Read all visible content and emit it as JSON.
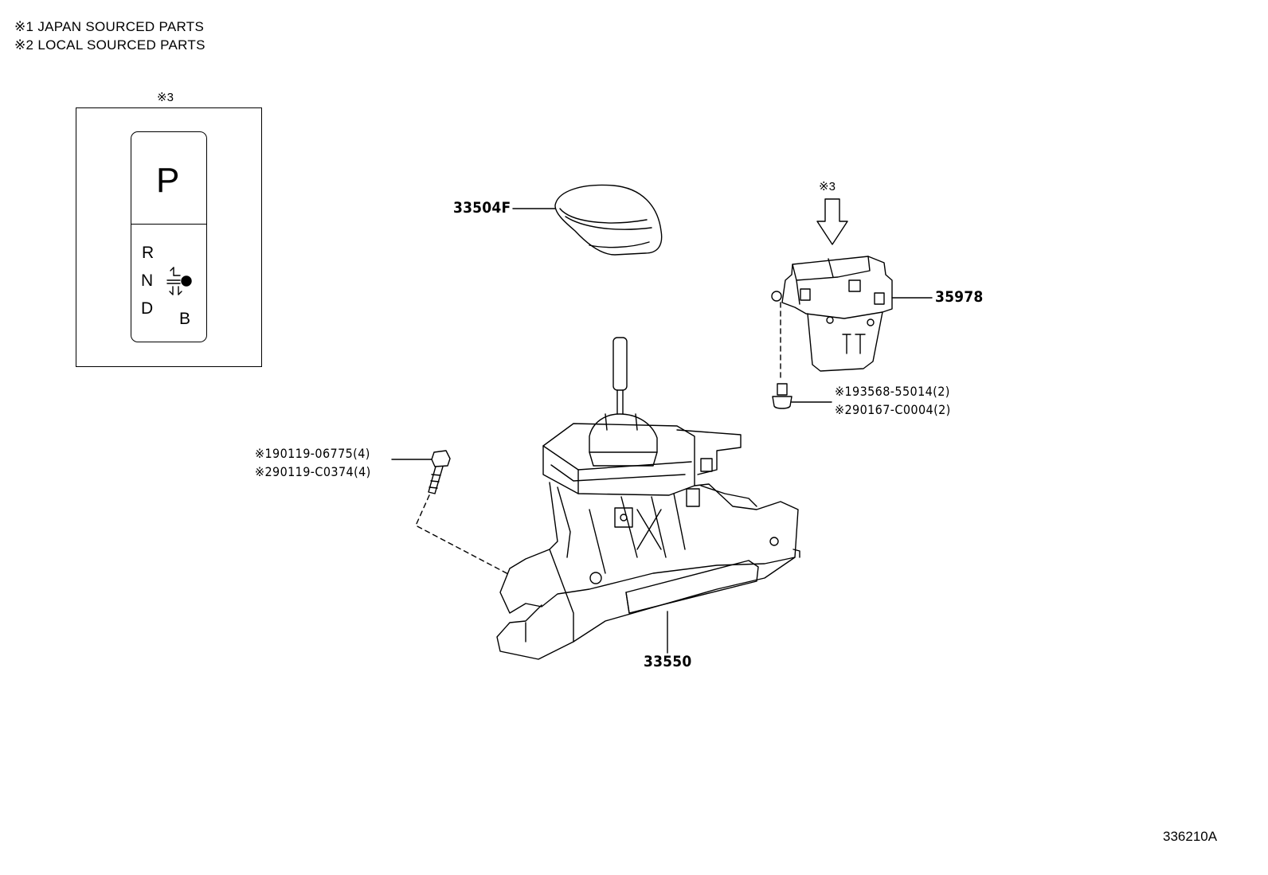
{
  "notes": {
    "line1": "※1 JAPAN SOURCED PARTS",
    "line2": "※2 LOCAL SOURCED PARTS"
  },
  "inset": {
    "mark": "※3",
    "position_p": "P",
    "position_r": "R",
    "position_n": "N",
    "position_d": "D",
    "position_b": "B",
    "icon": "shift-pattern-icon"
  },
  "switch_mark": "※3",
  "callouts": {
    "knob": "33504F",
    "switch": "35978",
    "shifter": "33550"
  },
  "fasteners": {
    "screw_1": "※193568-55014(2)",
    "screw_2": "※290167-C0004(2)",
    "bolt_1": "※190119-06775(4)",
    "bolt_2": "※290119-C0374(4)"
  },
  "diagram_id": "336210A",
  "colors": {
    "ink": "#000000",
    "background": "#ffffff"
  }
}
